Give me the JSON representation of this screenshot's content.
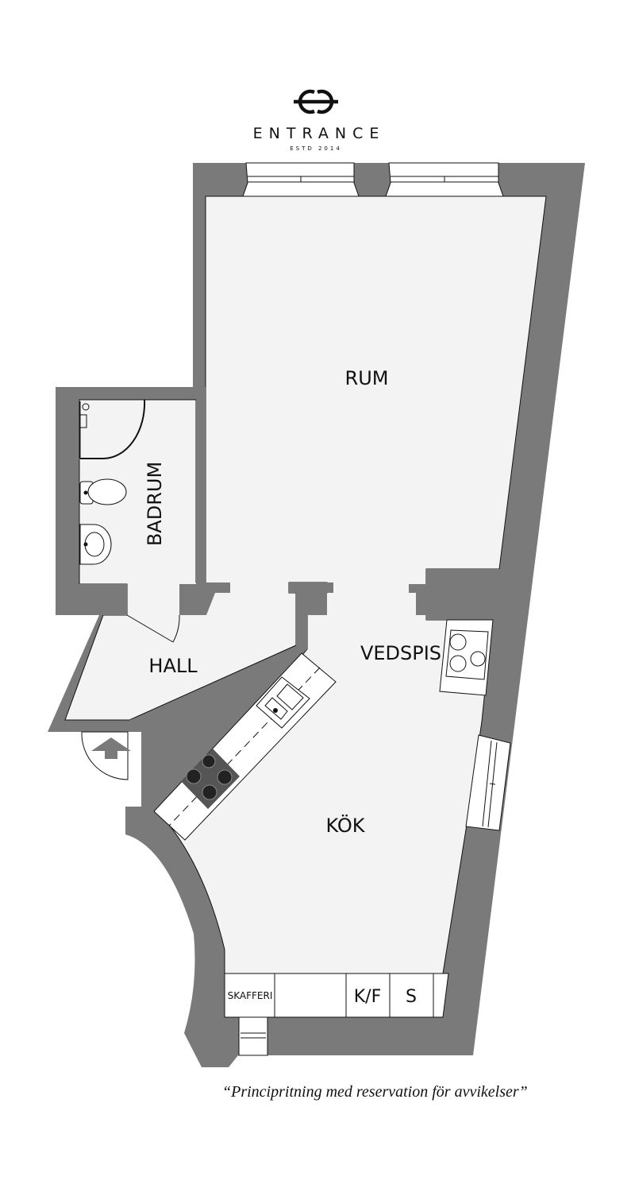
{
  "brand": {
    "logo_icon": "entrance-monogram-icon",
    "name": "ENTRANCE",
    "established": "ESTD 2014"
  },
  "rooms": {
    "rum": "RUM",
    "badrum": "BADRUM",
    "hall": "HALL",
    "vedspis": "VEDSPIS",
    "kok": "KÖK"
  },
  "fixtures": {
    "skafferi": "SKAFFERI",
    "kf": "K/F",
    "s": "S"
  },
  "entry_icon": "entry-arrow-icon",
  "disclaimer": "“Principritning med reservation för avvikelser”",
  "colors": {
    "wall": "#7a7a7a",
    "floor": "#f3f3f3",
    "outline": "#111111"
  }
}
